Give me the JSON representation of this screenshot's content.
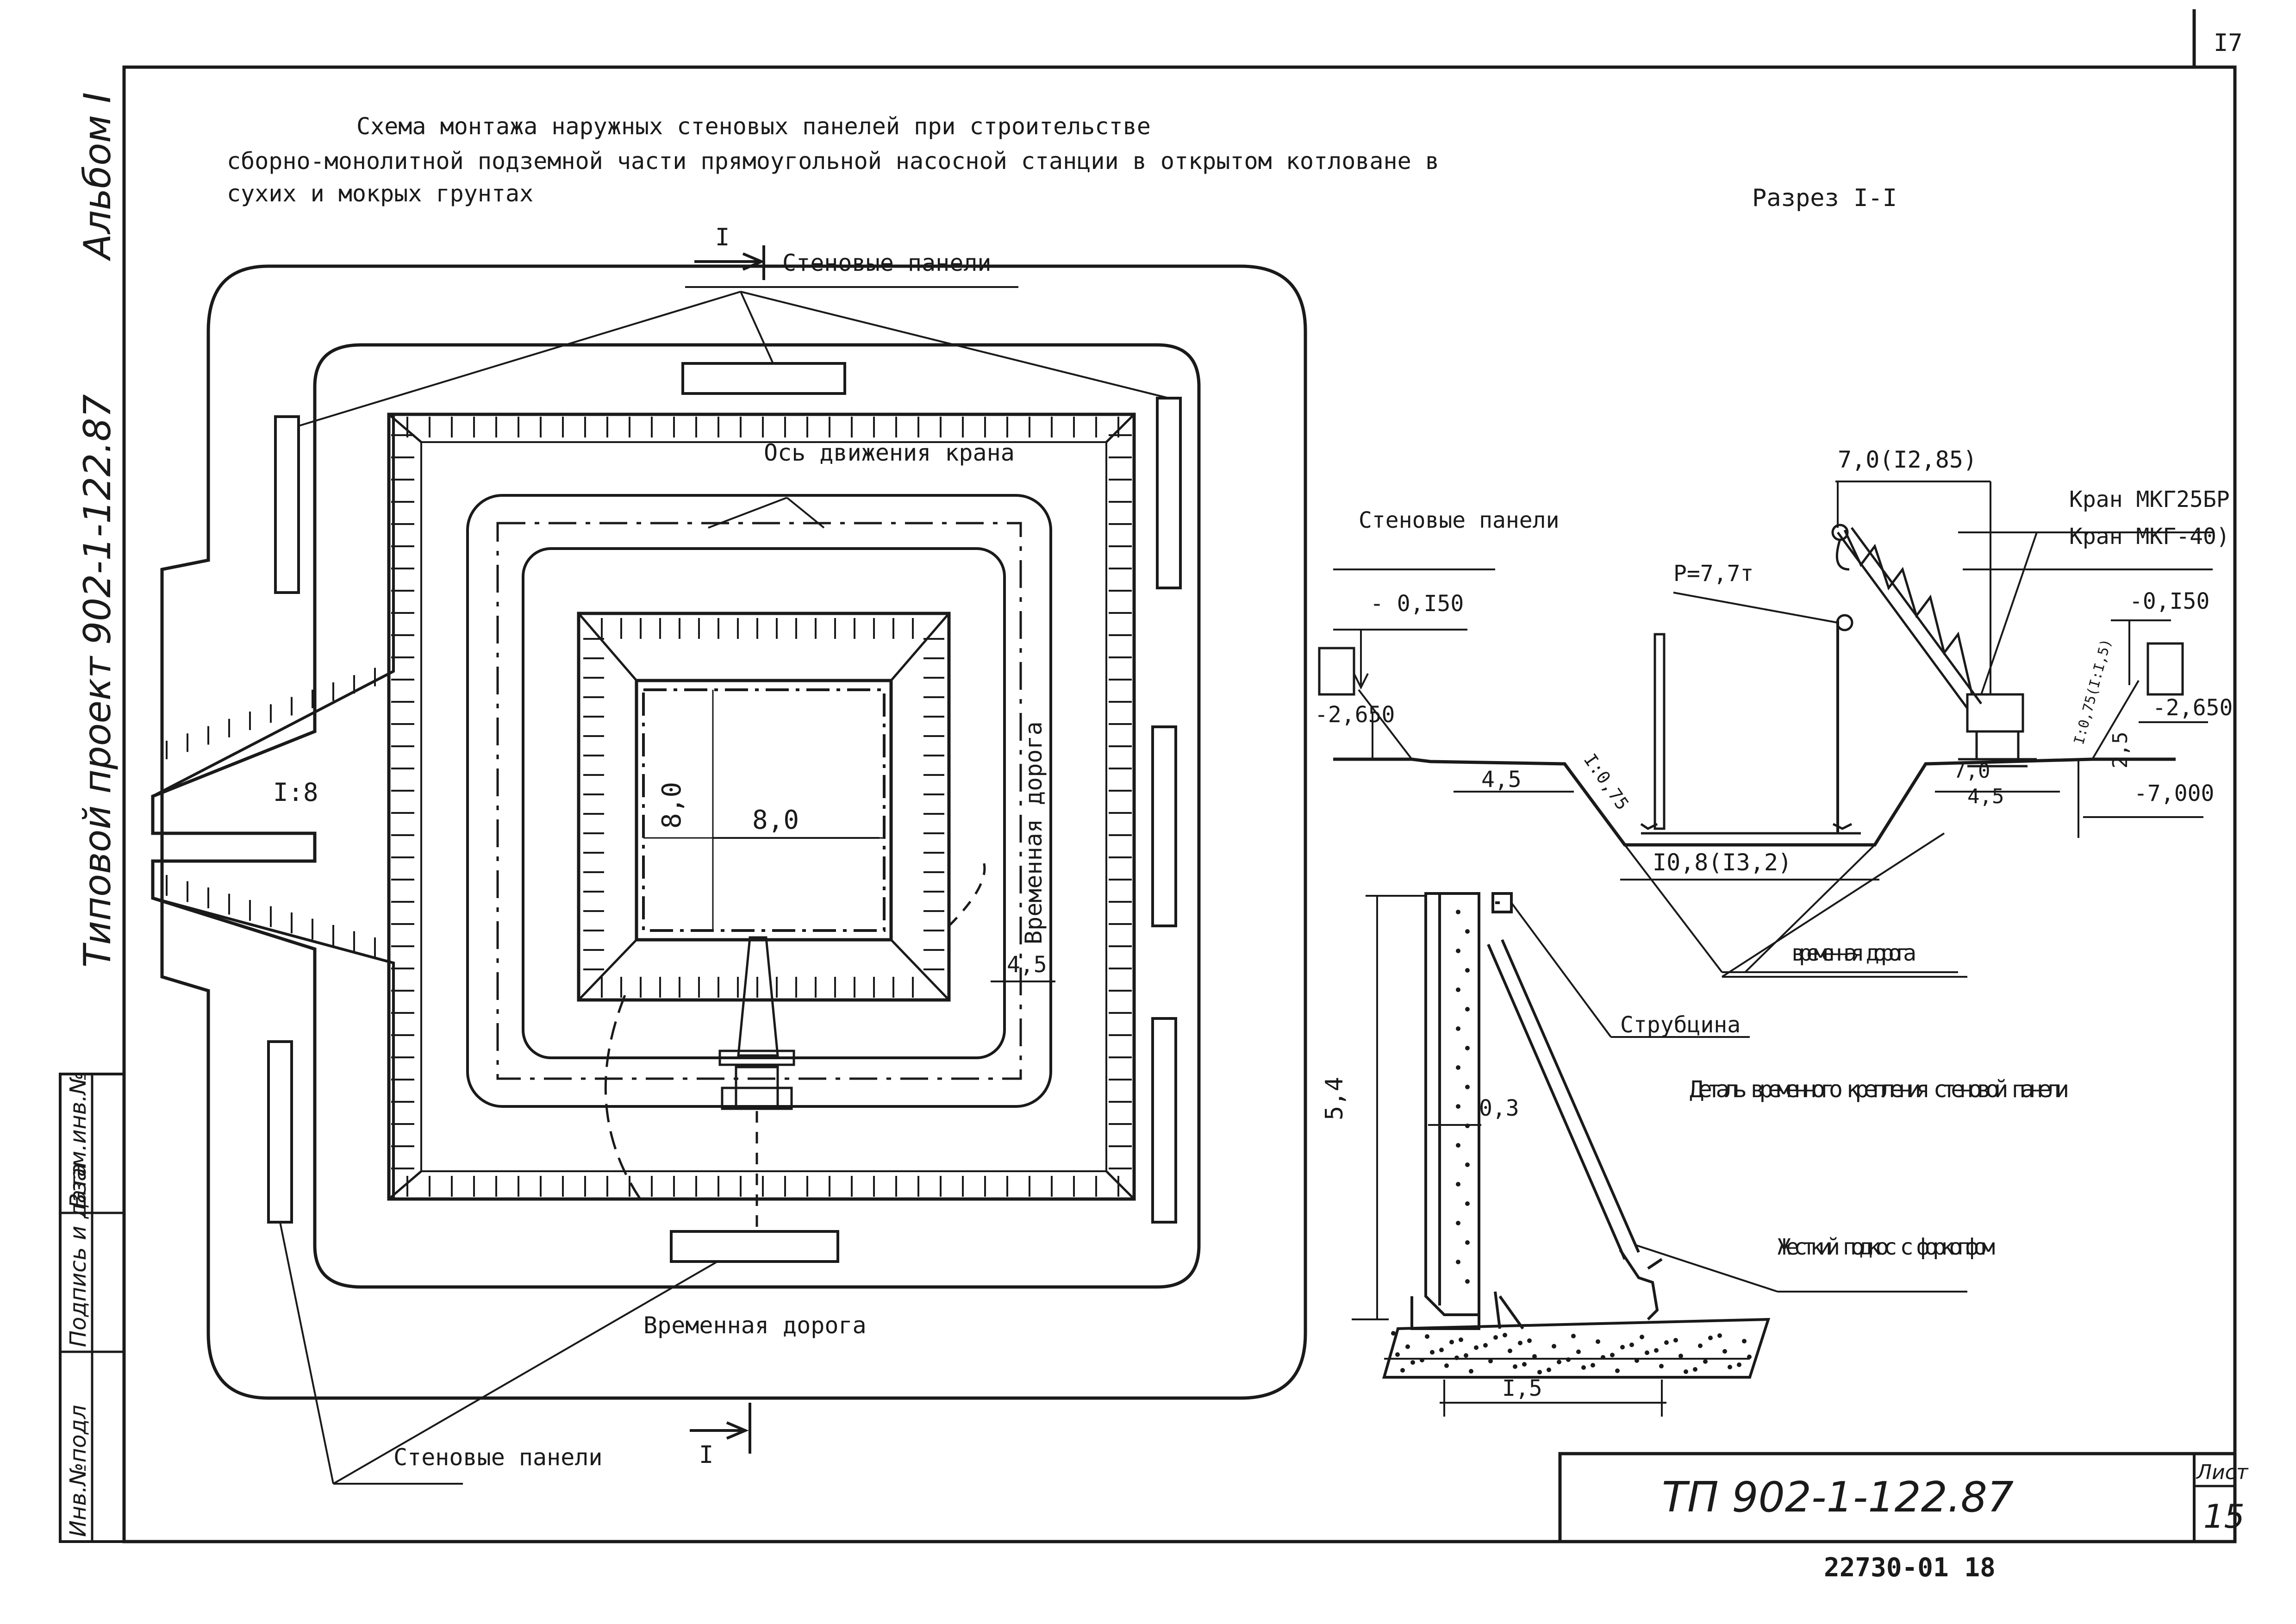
{
  "sheet_number": "I7",
  "side": {
    "album": "Альбом I",
    "project": "Типовой проект 902-1-122.87"
  },
  "stamp_columns": [
    "Инв.№подл",
    "Подпись и дата",
    "Взам.инв.№"
  ],
  "title": {
    "line1": "Схема монтажа наружных стеновых панелей при строительстве",
    "line2": "сборно-монолитной подземной части прямоугольной насосной станции в открытом котловане в",
    "line3": "сухих и мокрых грунтах"
  },
  "plan": {
    "cut_mark": "I",
    "wall_panels_top": "Стеновые панели",
    "crane_axis": "Ось движения крана",
    "slope": "I:8",
    "dim_vertical": "8,0",
    "dim_horizontal": "8,0",
    "temp_road_side": "Временная дорога",
    "dim_4_5": "4,5",
    "temp_road_bottom": "Временная дорога",
    "wall_panels_bottom": "Стеновые панели"
  },
  "section": {
    "title": "Разрез I-I",
    "wall_panels_label": "Стеновые панели",
    "level_left": "- 0,I50",
    "level_left_2": "-2,650",
    "dim_4_5_left": "4,5",
    "slope_left": "I:0,75",
    "load": "P=7,7т",
    "reach": "7,0(I2,85)",
    "crane_1": "Кран МКГ25БР",
    "crane_2": "Кран МКГ-40)",
    "level_right": "-0,I50",
    "level_right_2": "-2,650",
    "level_right_3": "-7,000",
    "slope_right": "I:0,75(I:I,5)",
    "dim_2_5": "2,5",
    "dim_7_0": "7,0",
    "dim_4_5_right": "4,5",
    "bottom_width": "I0,8(I3,2)",
    "temp_road": "временная дорога"
  },
  "detail": {
    "clamp": "Струбцина",
    "title": "Деталь временного крепления стеновой панели",
    "height": "5,4",
    "thickness": "0,3",
    "strut": "Жесткий подкос с форкопфом",
    "base": "I,5"
  },
  "titleblock": {
    "code": "ТП 902-1-122.87",
    "sheet_label": "Лист",
    "sheet_no": "15"
  },
  "footer": "22730-01 18"
}
